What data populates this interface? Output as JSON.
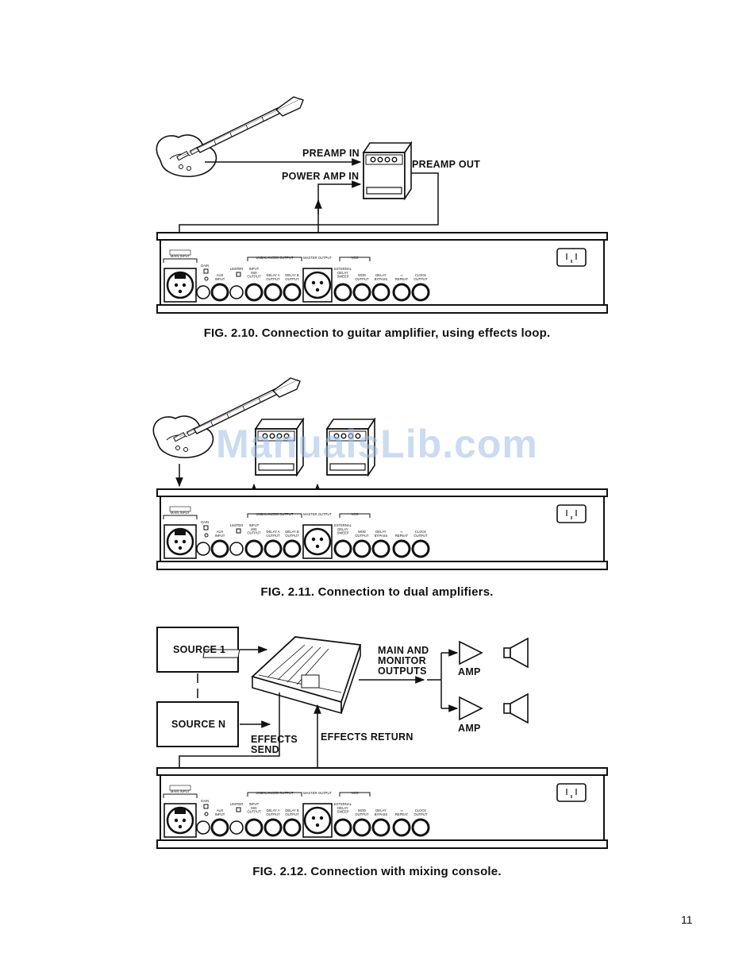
{
  "watermark": "ManualsLib.com",
  "page_number": "11",
  "unit_panel": {
    "main_input": "MAIN INPUT",
    "gain": "GAIN",
    "aux_input": "AUX INPUT",
    "limiter": "LIMITER",
    "unbalanced_output": "UNBALANCED OUTPUT",
    "input_mix_output": "INPUT MIX OUTPUT",
    "delay_a_output": "DELAY A OUTPUT",
    "delay_b_output": "DELAY B OUTPUT",
    "master_output": "MASTER OUTPUT",
    "vco": "VCO",
    "external_delay_sweep": "EXTERNAL DELAY SWEEP",
    "mod_output": "MOD OUTPUT",
    "delay_bypass": "DELAY BYPASS",
    "repeat": "∞ REPEAT",
    "clock_output": "CLOCK OUTPUT"
  },
  "fig210": {
    "caption": "FIG. 2.10. Connection to guitar amplifier, using effects loop.",
    "preamp_in": "PREAMP IN",
    "power_amp_in": "POWER AMP IN",
    "preamp_out": "PREAMP OUT"
  },
  "fig211": {
    "caption": "FIG. 2.11. Connection to dual amplifiers."
  },
  "fig212": {
    "caption": "FIG. 2.12. Connection with mixing console.",
    "source_1": "SOURCE 1",
    "source_n": "SOURCE N",
    "main_monitor_1": "MAIN AND",
    "main_monitor_2": "MONITOR",
    "main_monitor_3": "OUTPUTS",
    "amp_1": "AMP",
    "amp_2": "AMP",
    "effects_send_1": "EFFECTS",
    "effects_send_2": "SEND",
    "effects_return": "EFFECTS RETURN"
  }
}
